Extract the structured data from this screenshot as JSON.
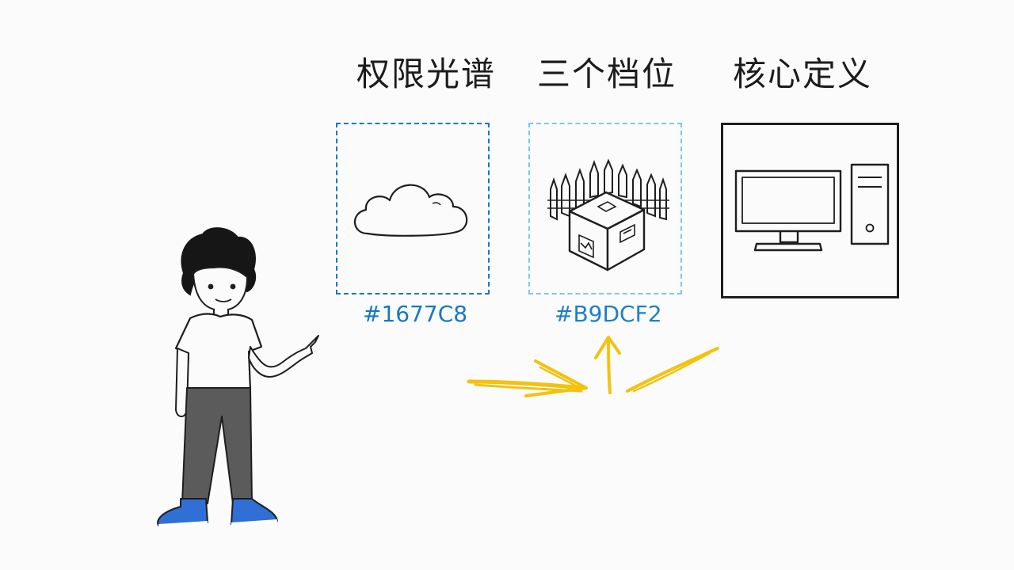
{
  "headings": {
    "spectrum": "权限光谱",
    "tiers": "三个档位",
    "definition": "核心定义"
  },
  "swatches": {
    "first_code": "#1677C8",
    "second_code": "#B9DCF2"
  },
  "colors": {
    "primary_blue": "#1677C8",
    "light_blue": "#B9DCF2",
    "arrow_yellow": "#F2C20F",
    "ink": "#1e1e1e"
  },
  "icons": [
    "cloud-icon",
    "fenced-box-icon",
    "desktop-computer-icon",
    "pointing-person-illustration",
    "arrows-icon"
  ]
}
